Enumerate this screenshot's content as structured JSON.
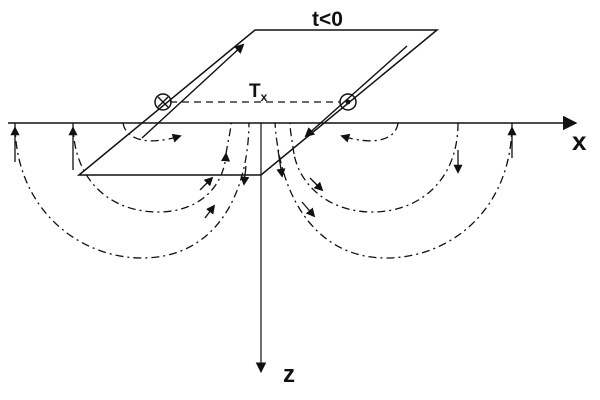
{
  "diagram": {
    "time_label": "t<0",
    "transmitter_label": "T",
    "transmitter_subscript": "x",
    "x_axis_label": "x",
    "z_axis_label": "z"
  },
  "colors": {
    "ink": "#111111",
    "background": "#ffffff"
  },
  "symbols": {
    "left_conductor": "current-into-page-icon",
    "right_conductor": "current-out-of-page-icon"
  }
}
